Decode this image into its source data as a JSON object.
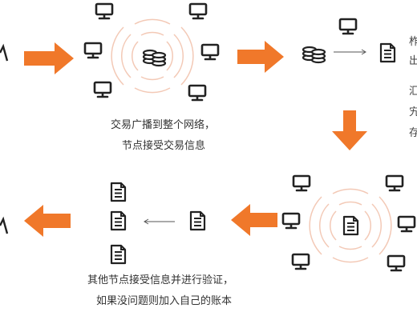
{
  "captions": {
    "step1_line1": "交易广播到整个网络，",
    "step1_line2": "节点接受交易信息",
    "step3_line1": "其他节点接受信息并进行验证，",
    "step3_line2": "如果没问题则加入自己的账本"
  },
  "edge_text": {
    "line1": "柞",
    "line2": "出",
    "line3": "汇",
    "line4": "宄",
    "line5": "存"
  },
  "colors": {
    "arrow": "#f0782a",
    "icon": "#222222",
    "wave": "#f3c9b6",
    "text": "#333333"
  },
  "icons": [
    "monitor-icon",
    "coins-icon",
    "document-icon",
    "arrow-icon"
  ]
}
